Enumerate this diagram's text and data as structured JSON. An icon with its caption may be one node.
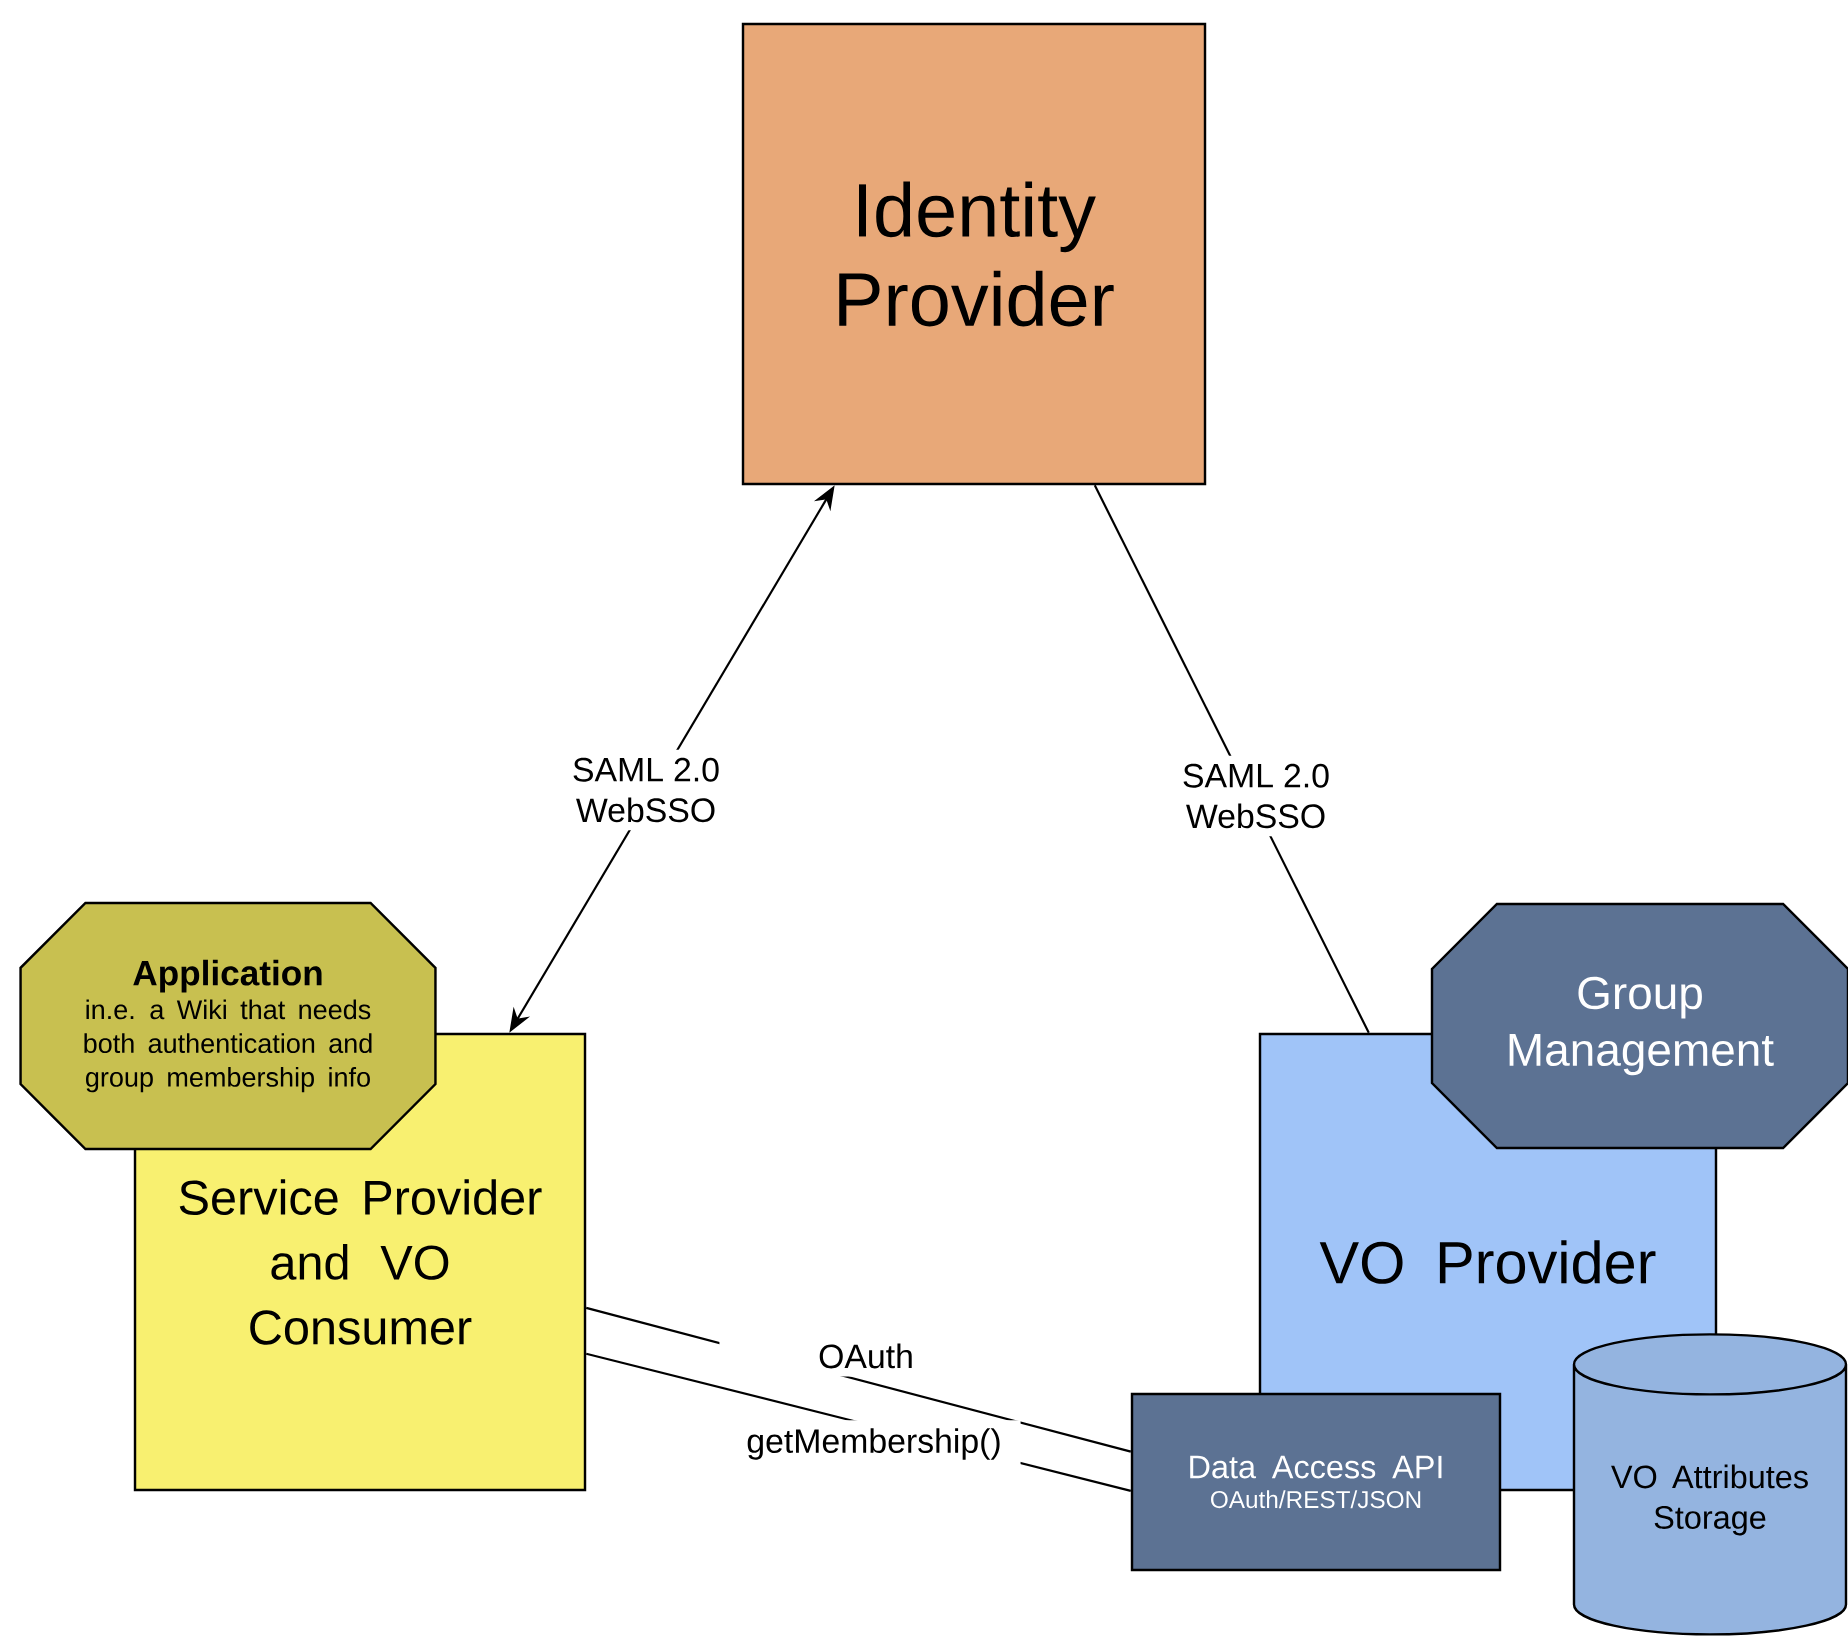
{
  "diagram": {
    "nodes": [
      {
        "text": [
          "Identity Provider"
        ]
      },
      {
        "text": [
          "Application",
          "in.e. a Wiki that needs both authentication and group membership info"
        ]
      },
      {
        "text": [
          "Group Management"
        ]
      },
      {
        "text": [
          "Service Provider and VO Consumer"
        ]
      },
      {
        "text": [
          "VO Provider"
        ]
      },
      {
        "text": [
          "Data Access API",
          "OAuth/REST/JSON"
        ]
      },
      {
        "text": [
          "VO Attributes Storage"
        ]
      }
    ],
    "edges": [
      {
        "from": 3,
        "to": 0,
        "arrow": "both",
        "label": "SAML 2.0 WebSSO"
      },
      {
        "from": 0,
        "to": 4,
        "arrow": "none",
        "label": "SAML 2.0 WebSSO"
      },
      {
        "from": 3,
        "to": 5,
        "arrow": "none",
        "label": "OAuth"
      },
      {
        "from": 3,
        "to": 5,
        "arrow": "none",
        "label": "getMembership()"
      }
    ]
  }
}
